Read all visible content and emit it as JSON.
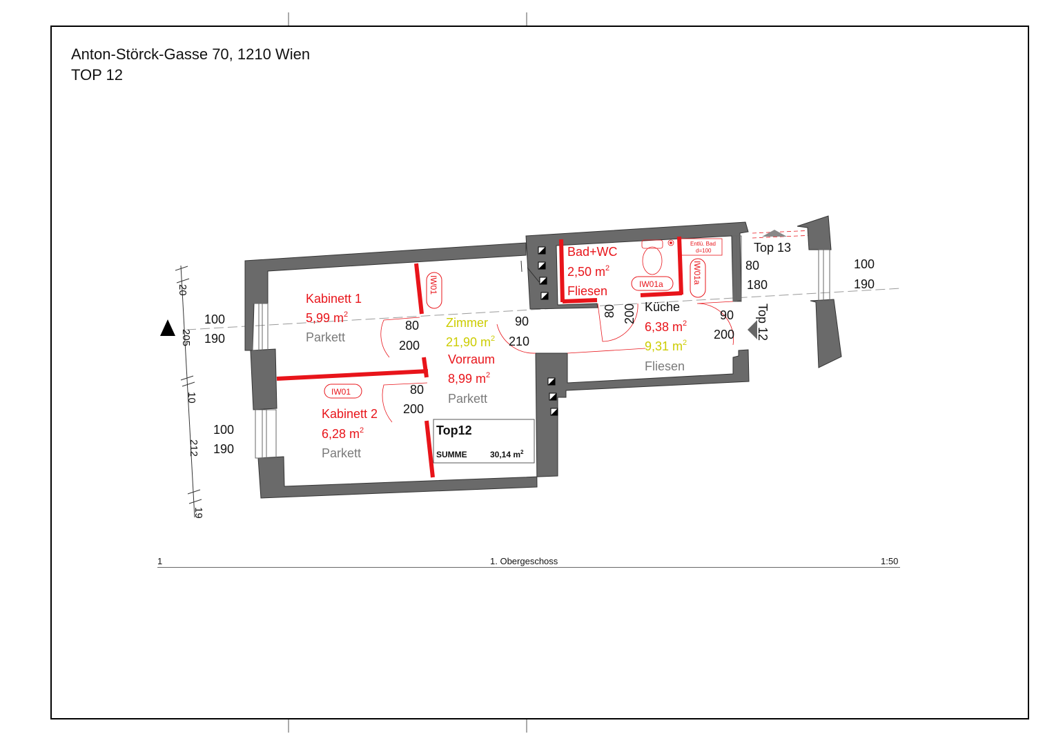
{
  "sheet": {
    "address": "Anton-Störck-Gasse 70, 1210 Wien",
    "unit": "TOP 12",
    "sheet_number": "1",
    "floor": "1. Obergeschoss",
    "scale": "1:50"
  },
  "rooms": {
    "kabinett1": {
      "name": "Kabinett 1",
      "area": "5,99 m",
      "floor": "Parkett"
    },
    "kabinett2": {
      "name": "Kabinett 2",
      "area": "6,28 m",
      "floor": "Parkett"
    },
    "zimmer": {
      "name": "Zimmer",
      "area": "21,90 m"
    },
    "vorraum": {
      "name": "Vorraum",
      "area": "8,99 m",
      "floor": "Parkett"
    },
    "bad": {
      "name": "Bad+WC",
      "area": "2,50 m",
      "floor": "Fliesen"
    },
    "kueche": {
      "name": "Küche",
      "area": "6,38 m",
      "area2": "9,31 m",
      "floor": "Fliesen"
    }
  },
  "area_exponent": "2",
  "walls": {
    "iw01": "IW01",
    "iw01a": "IW01a",
    "vent": "Entlü. Bad",
    "vent_d": "d=100"
  },
  "doors": {
    "d1": {
      "w": "80",
      "h": "200"
    },
    "d2": {
      "w": "80",
      "h": "200"
    },
    "d3": {
      "w": "90",
      "h": "210"
    },
    "d4": {
      "w": "80",
      "h": "200"
    },
    "d5": {
      "w": "90",
      "h": "200"
    }
  },
  "windows": {
    "w1": {
      "w": "100",
      "h": "190"
    },
    "w2": {
      "w": "100",
      "h": "190"
    },
    "w3": {
      "w": "80",
      "h": "180"
    },
    "w4": {
      "w": "100",
      "h": "190"
    }
  },
  "neighbours": {
    "top13": "Top 13",
    "top12": "Top 12"
  },
  "dims": {
    "d1": "20",
    "d2": "205",
    "d3": "10",
    "d4": "212",
    "d5": "19"
  },
  "summary": {
    "label": "Top12",
    "sum_label": "SUMME",
    "sum_value": "30,14 m"
  },
  "colors": {
    "red": "#e8141a",
    "yellow": "#cccc00",
    "grey": "#7a7a7a",
    "wall": "#6a6a6a"
  }
}
